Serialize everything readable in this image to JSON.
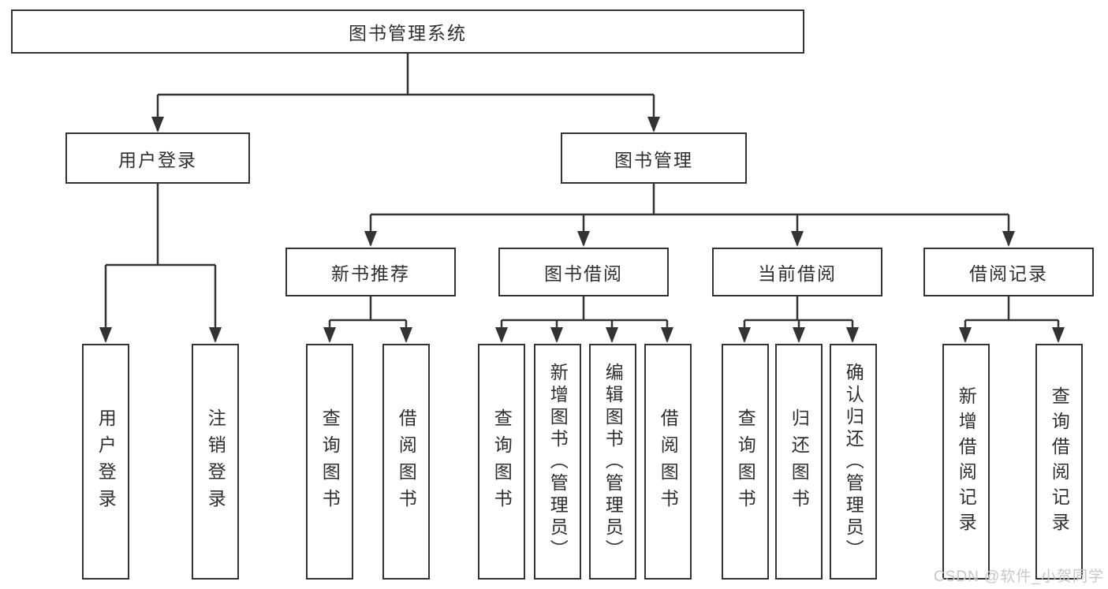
{
  "tree": {
    "root": "图书管理系统",
    "branches": [
      {
        "label": "用户登录",
        "children": [
          "用户登录",
          "注销登录"
        ]
      },
      {
        "label": "图书管理",
        "groups": [
          {
            "label": "新书推荐",
            "children": [
              "查询图书",
              "借阅图书"
            ]
          },
          {
            "label": "图书借阅",
            "children": [
              "查询图书",
              "新增图书（管理员）",
              "编辑图书（管理员）",
              "借阅图书"
            ]
          },
          {
            "label": "当前借阅",
            "children": [
              "查询图书",
              "归还图书",
              "确认归还（管理员）"
            ]
          },
          {
            "label": "借阅记录",
            "children": [
              "新增借阅记录",
              "查询借阅记录"
            ]
          }
        ]
      }
    ]
  },
  "watermark": "CSDN @软件_小贺同学",
  "colors": {
    "line": "#333333",
    "box_border": "#333333",
    "box_background": "#ffffff",
    "text": "#2f2f2f",
    "watermark": "#c7c7c9",
    "page_background": "#ffffff"
  }
}
